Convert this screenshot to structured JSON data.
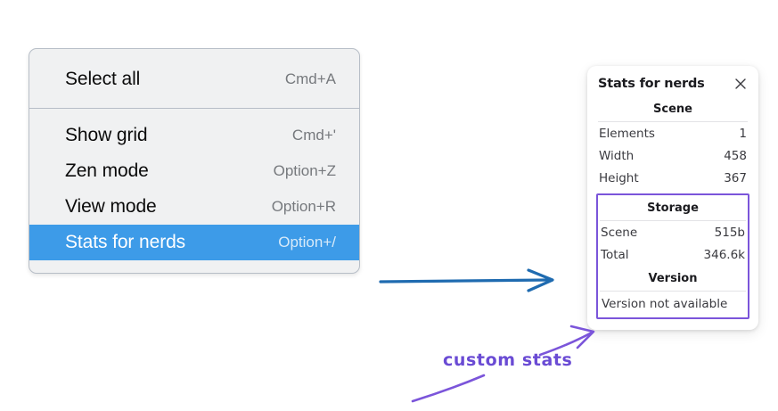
{
  "colors": {
    "menu_bg": "#f0f1f2",
    "menu_border": "#b7bec7",
    "menu_highlight": "#3d9be8",
    "panel_bg": "#ffffff",
    "annotation_purple": "#7b55da",
    "annotation_blue": "#1f6bb0"
  },
  "context_menu": {
    "name": "context-menu",
    "groups": [
      {
        "items": [
          {
            "label": "Select all",
            "shortcut": "Cmd+A",
            "selected": false,
            "name": "menu-item-select-all"
          }
        ]
      },
      {
        "items": [
          {
            "label": "Show grid",
            "shortcut": "Cmd+'",
            "selected": false,
            "name": "menu-item-show-grid"
          },
          {
            "label": "Zen mode",
            "shortcut": "Option+Z",
            "selected": false,
            "name": "menu-item-zen-mode"
          },
          {
            "label": "View mode",
            "shortcut": "Option+R",
            "selected": false,
            "name": "menu-item-view-mode"
          },
          {
            "label": "Stats for nerds",
            "shortcut": "Option+/",
            "selected": true,
            "name": "menu-item-stats-for-nerds"
          }
        ]
      }
    ]
  },
  "stats_panel": {
    "title": "Stats for nerds",
    "close_icon": "close-icon",
    "sections": [
      {
        "heading": "Scene",
        "highlighted": false,
        "rows": [
          {
            "key": "Elements",
            "value": "1"
          },
          {
            "key": "Width",
            "value": "458"
          },
          {
            "key": "Height",
            "value": "367"
          }
        ]
      },
      {
        "heading": "Storage",
        "highlighted": true,
        "rows": [
          {
            "key": "Scene",
            "value": "515b"
          },
          {
            "key": "Total",
            "value": "346.6k"
          }
        ]
      },
      {
        "heading": "Version",
        "highlighted": true,
        "full_row": "Version not available"
      }
    ]
  },
  "annotations": {
    "handwriting_label": "custom stats",
    "blue_arrow_name": "blue-arrow-annotation",
    "purple_arrow_name": "purple-arrow-annotation",
    "purple_stroke_name": "purple-underline-stroke"
  }
}
